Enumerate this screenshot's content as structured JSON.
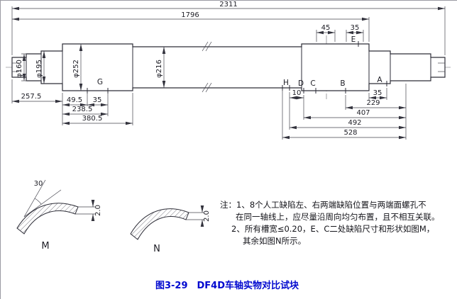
{
  "figure": {
    "caption": "图3-29　DF4D车轴实物对比试块"
  },
  "notes": {
    "line1": "注：1、8个人工缺陷左、右两端缺陷位置与两端面螺孔不",
    "line2": "在同一轴线上，应尽量沿周向均匀布置，且不相互关联。",
    "line3": "2、所有槽宽≤0.20，E、C二处缺陷尺寸和形状如图M，",
    "line4": "其余如图N所示。"
  },
  "dimensions": {
    "overall_length": "2311",
    "body_length": "1796",
    "top_right_45": "45",
    "top_right_35": "35",
    "dia_journal": "φ160",
    "dia_dust_guard": "φ195",
    "dia_wheel_seat": "φ252",
    "dia_body": "φ216",
    "left_257_5": "257.5",
    "left_49_5": "49.5",
    "left_35": "35",
    "left_238_5": "238.5",
    "left_380_5": "380.5",
    "right_10": "10",
    "right_35": "35",
    "right_229": "229",
    "right_407": "407",
    "right_492": "492",
    "right_528": "528"
  },
  "defects": {
    "g": "G",
    "h": "H",
    "d": "D",
    "c": "C",
    "b": "B",
    "e": "E",
    "a": "A"
  },
  "details": {
    "m_label": "M",
    "n_label": "N",
    "angle_30": "30",
    "depth_m": "2.0",
    "depth_n": "2.0"
  }
}
